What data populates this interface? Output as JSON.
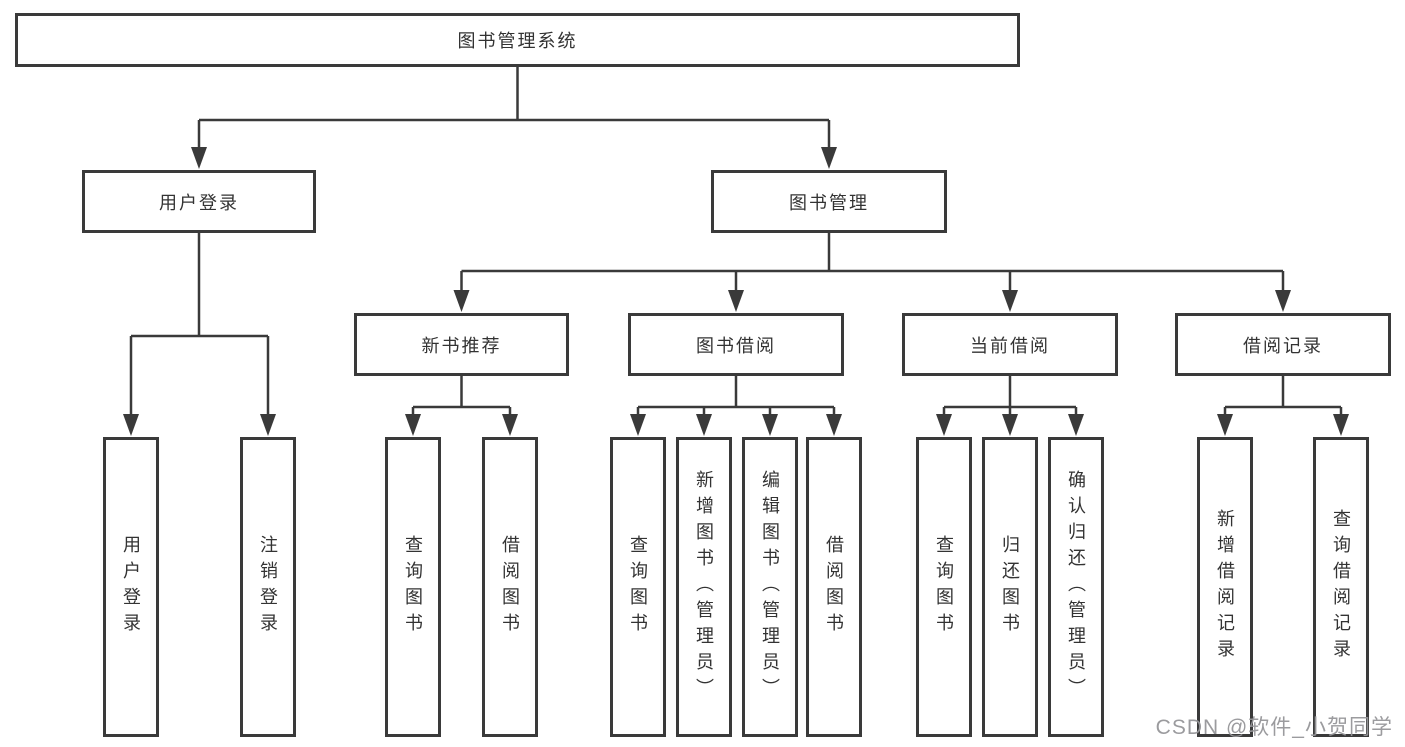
{
  "diagram": {
    "type": "hierarchy",
    "title": "图书管理系统"
  },
  "tree": {
    "label": "图书管理系统",
    "children": [
      {
        "label": "用户登录",
        "children": [
          {
            "label": "用户登录"
          },
          {
            "label": "注销登录"
          }
        ]
      },
      {
        "label": "图书管理",
        "children": [
          {
            "label": "新书推荐",
            "children": [
              {
                "label": "查询图书"
              },
              {
                "label": "借阅图书"
              }
            ]
          },
          {
            "label": "图书借阅",
            "children": [
              {
                "label": "查询图书"
              },
              {
                "label": "新增图书（管理员）"
              },
              {
                "label": "编辑图书（管理员）"
              },
              {
                "label": "借阅图书"
              }
            ]
          },
          {
            "label": "当前借阅",
            "children": [
              {
                "label": "查询图书"
              },
              {
                "label": "归还图书"
              },
              {
                "label": "确认归还（管理员）"
              }
            ]
          },
          {
            "label": "借阅记录",
            "children": [
              {
                "label": "新增借阅记录"
              },
              {
                "label": "查询借阅记录"
              }
            ]
          }
        ]
      }
    ]
  },
  "watermark": {
    "text": "CSDN @软件_小贺同学"
  },
  "colors": {
    "background": "#ffffff",
    "line": "#3a3a3a",
    "box_border": "#3a3a3a",
    "text": "#333333",
    "watermark": "#96969a"
  }
}
